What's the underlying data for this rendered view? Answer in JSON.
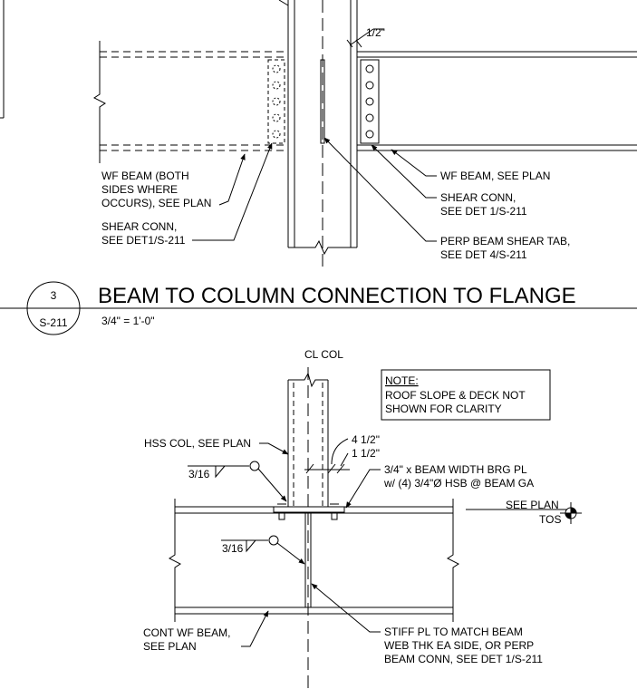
{
  "detail3": {
    "number": "3",
    "sheet": "S-211",
    "title": "BEAM TO COLUMN CONNECTION TO FLANGE",
    "scale": "3/4\" = 1'-0\""
  },
  "upper_detail": {
    "dim_half": "1/2\"",
    "wf_beam_both_1": "WF BEAM (BOTH",
    "wf_beam_both_2": "SIDES WHERE",
    "wf_beam_both_3": "OCCURS), SEE PLAN",
    "shear_left_1": "SHEAR CONN,",
    "shear_left_2": "SEE DET1/S-211",
    "wf_beam_right": "WF BEAM, SEE PLAN",
    "shear_right_1": "SHEAR CONN,",
    "shear_right_2": "SEE DET 1/S-211",
    "perp_1": "PERP BEAM SHEAR TAB,",
    "perp_2": "SEE DET 4/S-211"
  },
  "lower_detail": {
    "cl_col": "CL COL",
    "note_title": "NOTE:",
    "note_1": "ROOF SLOPE & DECK NOT",
    "note_2": "SHOWN FOR CLARITY",
    "hss_col": "HSS COL, SEE PLAN",
    "dim_4_half": "4 1/2\"",
    "dim_1_half": "1 1/2\"",
    "brg_pl_1": "3/4\" x BEAM WIDTH BRG PL",
    "brg_pl_2": "w/ (4) 3/4\"Ø HSB @ BEAM GA",
    "weld_upper": "3/16",
    "weld_lower": "3/16",
    "see_plan": "SEE PLAN",
    "tos": "TOS",
    "cont_beam_1": "CONT WF BEAM,",
    "cont_beam_2": "SEE PLAN",
    "stiff_1": "STIFF PL TO MATCH BEAM",
    "stiff_2": "WEB THK EA SIDE, OR PERP",
    "stiff_3": "BEAM CONN, SEE DET 1/S-211"
  }
}
